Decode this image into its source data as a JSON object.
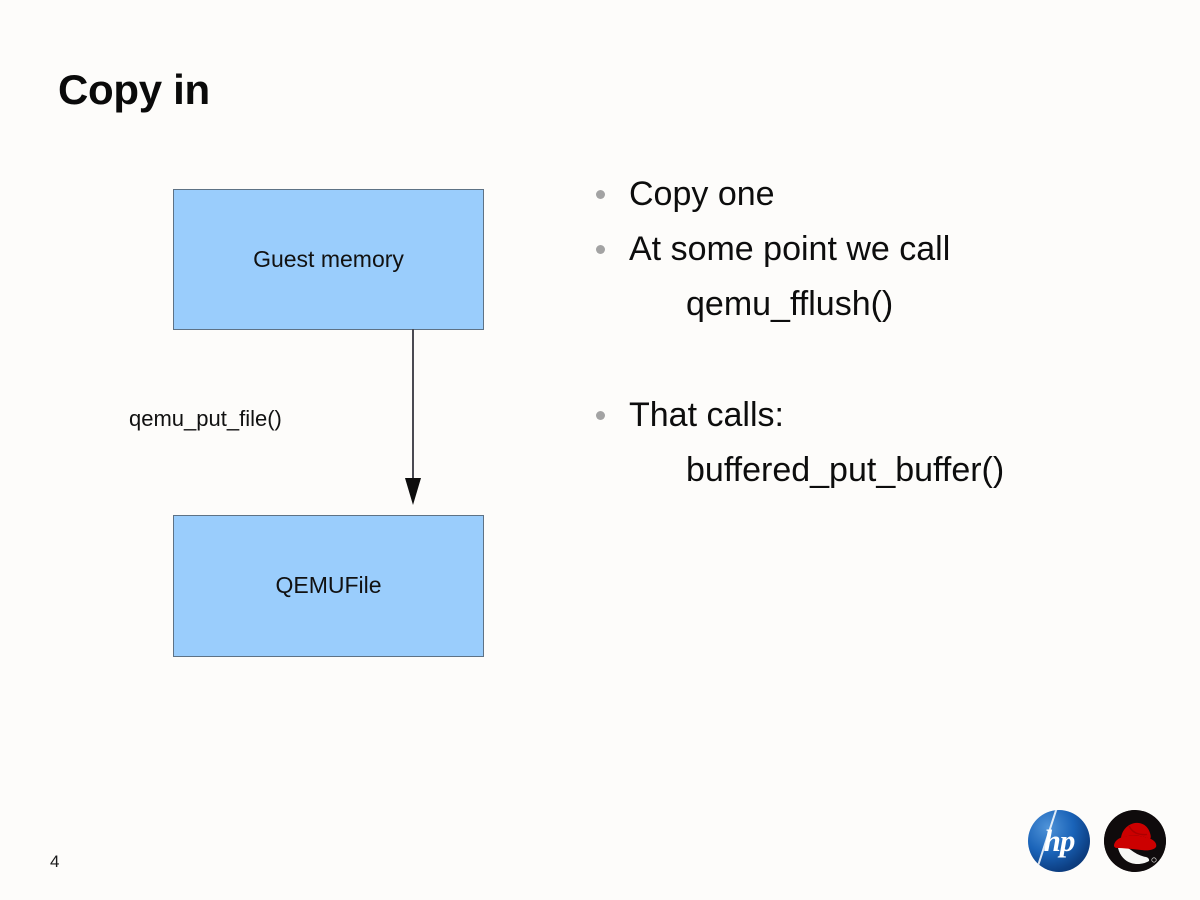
{
  "slide": {
    "title": "Copy in",
    "page_number": "4",
    "background_color": "#fdfcfa"
  },
  "diagram": {
    "node_fill_color": "#9acdfc",
    "node_border_color": "#5e7285",
    "nodes": [
      {
        "id": "guest-memory",
        "label": "Guest memory"
      },
      {
        "id": "qemufile",
        "label": "QEMUFile"
      }
    ],
    "edges": [
      {
        "from": "guest-memory",
        "to": "qemufile",
        "label": "qemu_put_file()",
        "direction": "down"
      }
    ]
  },
  "bullets": {
    "bullet_color": "#a3a3a3",
    "items": [
      {
        "text": "Copy one",
        "sub": null
      },
      {
        "text": "At some point we call",
        "sub": "qemu_fflush()"
      },
      {
        "text": "That calls:",
        "sub": "buffered_put_buffer()"
      }
    ]
  },
  "footer": {
    "logos": [
      {
        "name": "hp-logo",
        "text": "hp",
        "color": "#1a63b8"
      },
      {
        "name": "red-hat-logo",
        "text": "",
        "color": "#cc0000"
      }
    ]
  }
}
